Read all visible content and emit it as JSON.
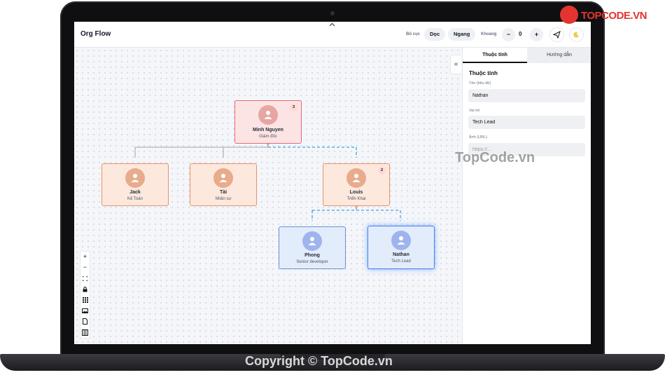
{
  "app": {
    "title": "Org Flow"
  },
  "toolbar": {
    "layout_label": "Bố cục",
    "vertical_label": "Dọc",
    "horizontal_label": "Ngang",
    "spacing_label": "Khoảng",
    "minus_label": "−",
    "spacing_value": "0",
    "plus_label": "+",
    "send_icon": "send-icon",
    "theme_icon": "moon-icon"
  },
  "nodes": {
    "root": {
      "name": "Minh Nguyen",
      "role": "Giám đốc",
      "count": "3"
    },
    "jack": {
      "name": "Jack",
      "role": "Kế Toán"
    },
    "tai": {
      "name": "Tài",
      "role": "Nhân sự"
    },
    "louis": {
      "name": "Louis",
      "role": "Triển Khai",
      "count": "2"
    },
    "phong": {
      "name": "Phong",
      "role": "Senior developer"
    },
    "nathan": {
      "name": "Nathan",
      "role": "Tech Lead"
    }
  },
  "controls": [
    "zoom-in",
    "zoom-out",
    "fit-view",
    "lock",
    "grid",
    "export-image",
    "export-file",
    "table"
  ],
  "panel": {
    "tabs": [
      "Thuộc tính",
      "Hướng dẫn"
    ],
    "heading": "Thuộc tính",
    "fields": {
      "name_label": "Tên (tiêu đề)",
      "name_value": "Nathan",
      "role_label": "Vai trò",
      "role_value": "Tech Lead",
      "image_label": "Ảnh (URL)",
      "image_placeholder": "https://..."
    }
  },
  "watermarks": {
    "logo": "TOPCODE.VN",
    "middle": "TopCode.vn",
    "bottom": "Copyright © TopCode.vn"
  },
  "colors": {
    "root_border": "#e36a73",
    "orange_border": "#e6926a",
    "blue_border": "#6d8edc",
    "selected_border": "#3b82f6",
    "connector": "#9ca3af",
    "highlight_connector": "#3ba2e6"
  }
}
